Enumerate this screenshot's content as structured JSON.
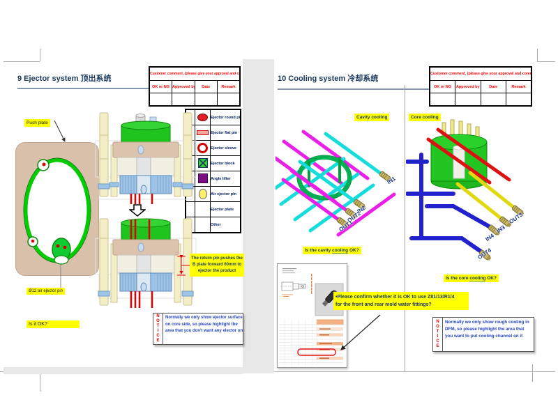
{
  "report": {
    "customer_table": {
      "title": "Customer comment, (please give your approval and comments)",
      "headers": [
        "OK or NG",
        "Approved by",
        "Date",
        "Remark"
      ]
    },
    "left_page": {
      "title": "9 Ejector system 顶出系统",
      "labels": {
        "push_plate": "Push plate",
        "air_ejector_pin": "Ø12 air ejector pin",
        "is_it_ok": "Is it OK?"
      },
      "legend": {
        "flag": "X",
        "rows": [
          {
            "icon": "ejector-round-pin-symbol",
            "label": "Ejector round pin"
          },
          {
            "icon": "ejector-flat-pin-symbol",
            "label": "Ejector flat pin"
          },
          {
            "icon": "ejector-sleeve-symbol",
            "label": "Ejector sleeve"
          },
          {
            "icon": "ejector-block-symbol",
            "label": "Ejector block"
          },
          {
            "icon": "angle-lifter-symbol",
            "label": "Angle lifter"
          },
          {
            "icon": "air-ejector-pin-symbol",
            "label": "Air ejector pin"
          },
          {
            "icon": "none",
            "label": "Ejector plate"
          },
          {
            "icon": "none",
            "label": "Other"
          }
        ]
      },
      "return_note": "The return pin pushes the B plate forward 60mm to ejector the product",
      "notice": {
        "tag": "NOTICE",
        "lines": [
          "Normally we only show ejector surface",
          "on core side, so please highlight the",
          "area that you don't want any elector on it"
        ]
      }
    },
    "right_page": {
      "title": "10 Cooling system 冷却系统",
      "cavity": {
        "label": "Cavity cooling",
        "ports": [
          "IN1",
          "IN2",
          "OUT2",
          "OUT1"
        ],
        "question": {
          "pre": "Is the cavity ",
          "em": "cooling",
          "post": " OK?"
        }
      },
      "core": {
        "label": "Core cooling",
        "ports": [
          "OUT3",
          "IN3",
          "IN4",
          "OUT4"
        ],
        "question": {
          "pre": "Is the core ",
          "em": "cooling",
          "post": " OK?"
        }
      },
      "fitting_note": {
        "line1": "•Please confirm whether it is OK to use Z81/13/R1/4",
        "line2": "for the front and rear mold water fittings?"
      },
      "notice": {
        "tag": "NOTICE",
        "lines": [
          "Normally we only show rough cooling in",
          "DFM, so please highlight the area that",
          "you want to put cooling channel on it"
        ]
      }
    },
    "palette": {
      "highlight_yellow": "#FFFF00",
      "title_navy": "#17375E",
      "table_red": "#FF0000",
      "notice_blue": "#2244C8",
      "mold_green": "#22C522",
      "plate_tan": "#D9C0AB",
      "pipe_magenta": "#EA1FEA",
      "pipe_cyan": "#16DCDC",
      "pipe_blue": "#2222CC",
      "pipe_red": "#DD1111",
      "pipe_yellow": "#E0D90F"
    }
  }
}
